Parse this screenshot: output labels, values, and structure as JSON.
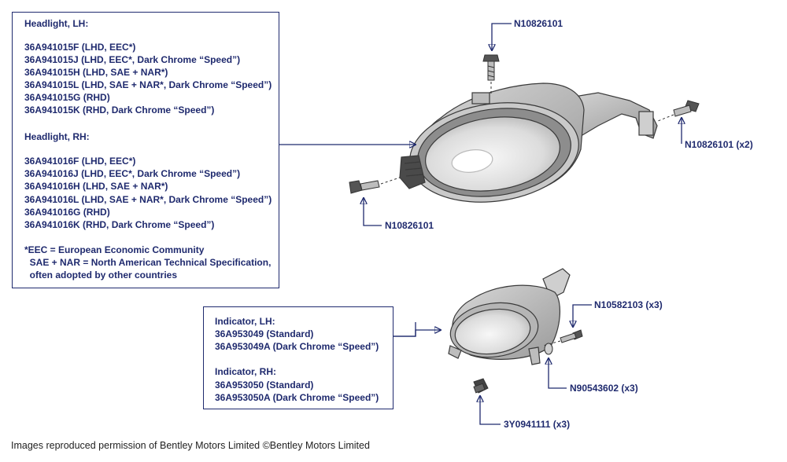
{
  "colors": {
    "text": "#1f2a6e",
    "line": "#1f2a6e",
    "part_stroke": "#3a3a3a"
  },
  "headlight_box": {
    "lh_title": "Headlight, LH:",
    "lh_items": [
      "36A941015F (LHD, EEC*)",
      "36A941015J (LHD, EEC*, Dark Chrome “Speed”)",
      "36A941015H (LHD, SAE + NAR*)",
      "36A941015L (LHD, SAE + NAR*, Dark Chrome “Speed”)",
      "36A941015G (RHD)",
      "36A941015K (RHD, Dark Chrome “Speed”)"
    ],
    "rh_title": "Headlight, RH:",
    "rh_items": [
      "36A941016F (LHD, EEC*)",
      "36A941016J (LHD, EEC*, Dark Chrome “Speed”)",
      "36A941016H (LHD, SAE + NAR*)",
      "36A941016L (LHD, SAE + NAR*, Dark Chrome “Speed”)",
      "36A941016G (RHD)",
      "36A941016K (RHD, Dark Chrome “Speed”)"
    ],
    "notes": [
      "*EEC = European Economic Community",
      "  SAE + NAR = North American Technical Specification,",
      "  often adopted by other countries"
    ]
  },
  "indicator_box": {
    "lh_title": "Indicator, LH:",
    "lh_items": [
      "36A953049 (Standard)",
      "36A953049A (Dark Chrome “Speed”)"
    ],
    "rh_title": "Indicator, RH:",
    "rh_items": [
      "36A953050 (Standard)",
      "36A953050A (Dark Chrome “Speed”)"
    ]
  },
  "labels": {
    "top_bolt": "N10826101",
    "right_bolts": "N10826101 (x2)",
    "lower_bolt": "N10826101",
    "ind_screws": "N10582103 (x3)",
    "ind_washers": "N90543602 (x3)",
    "ind_clips": "3Y0941111 (x3)"
  },
  "footer": "Images reproduced permission of Bentley Motors Limited ©Bentley Motors Limited"
}
